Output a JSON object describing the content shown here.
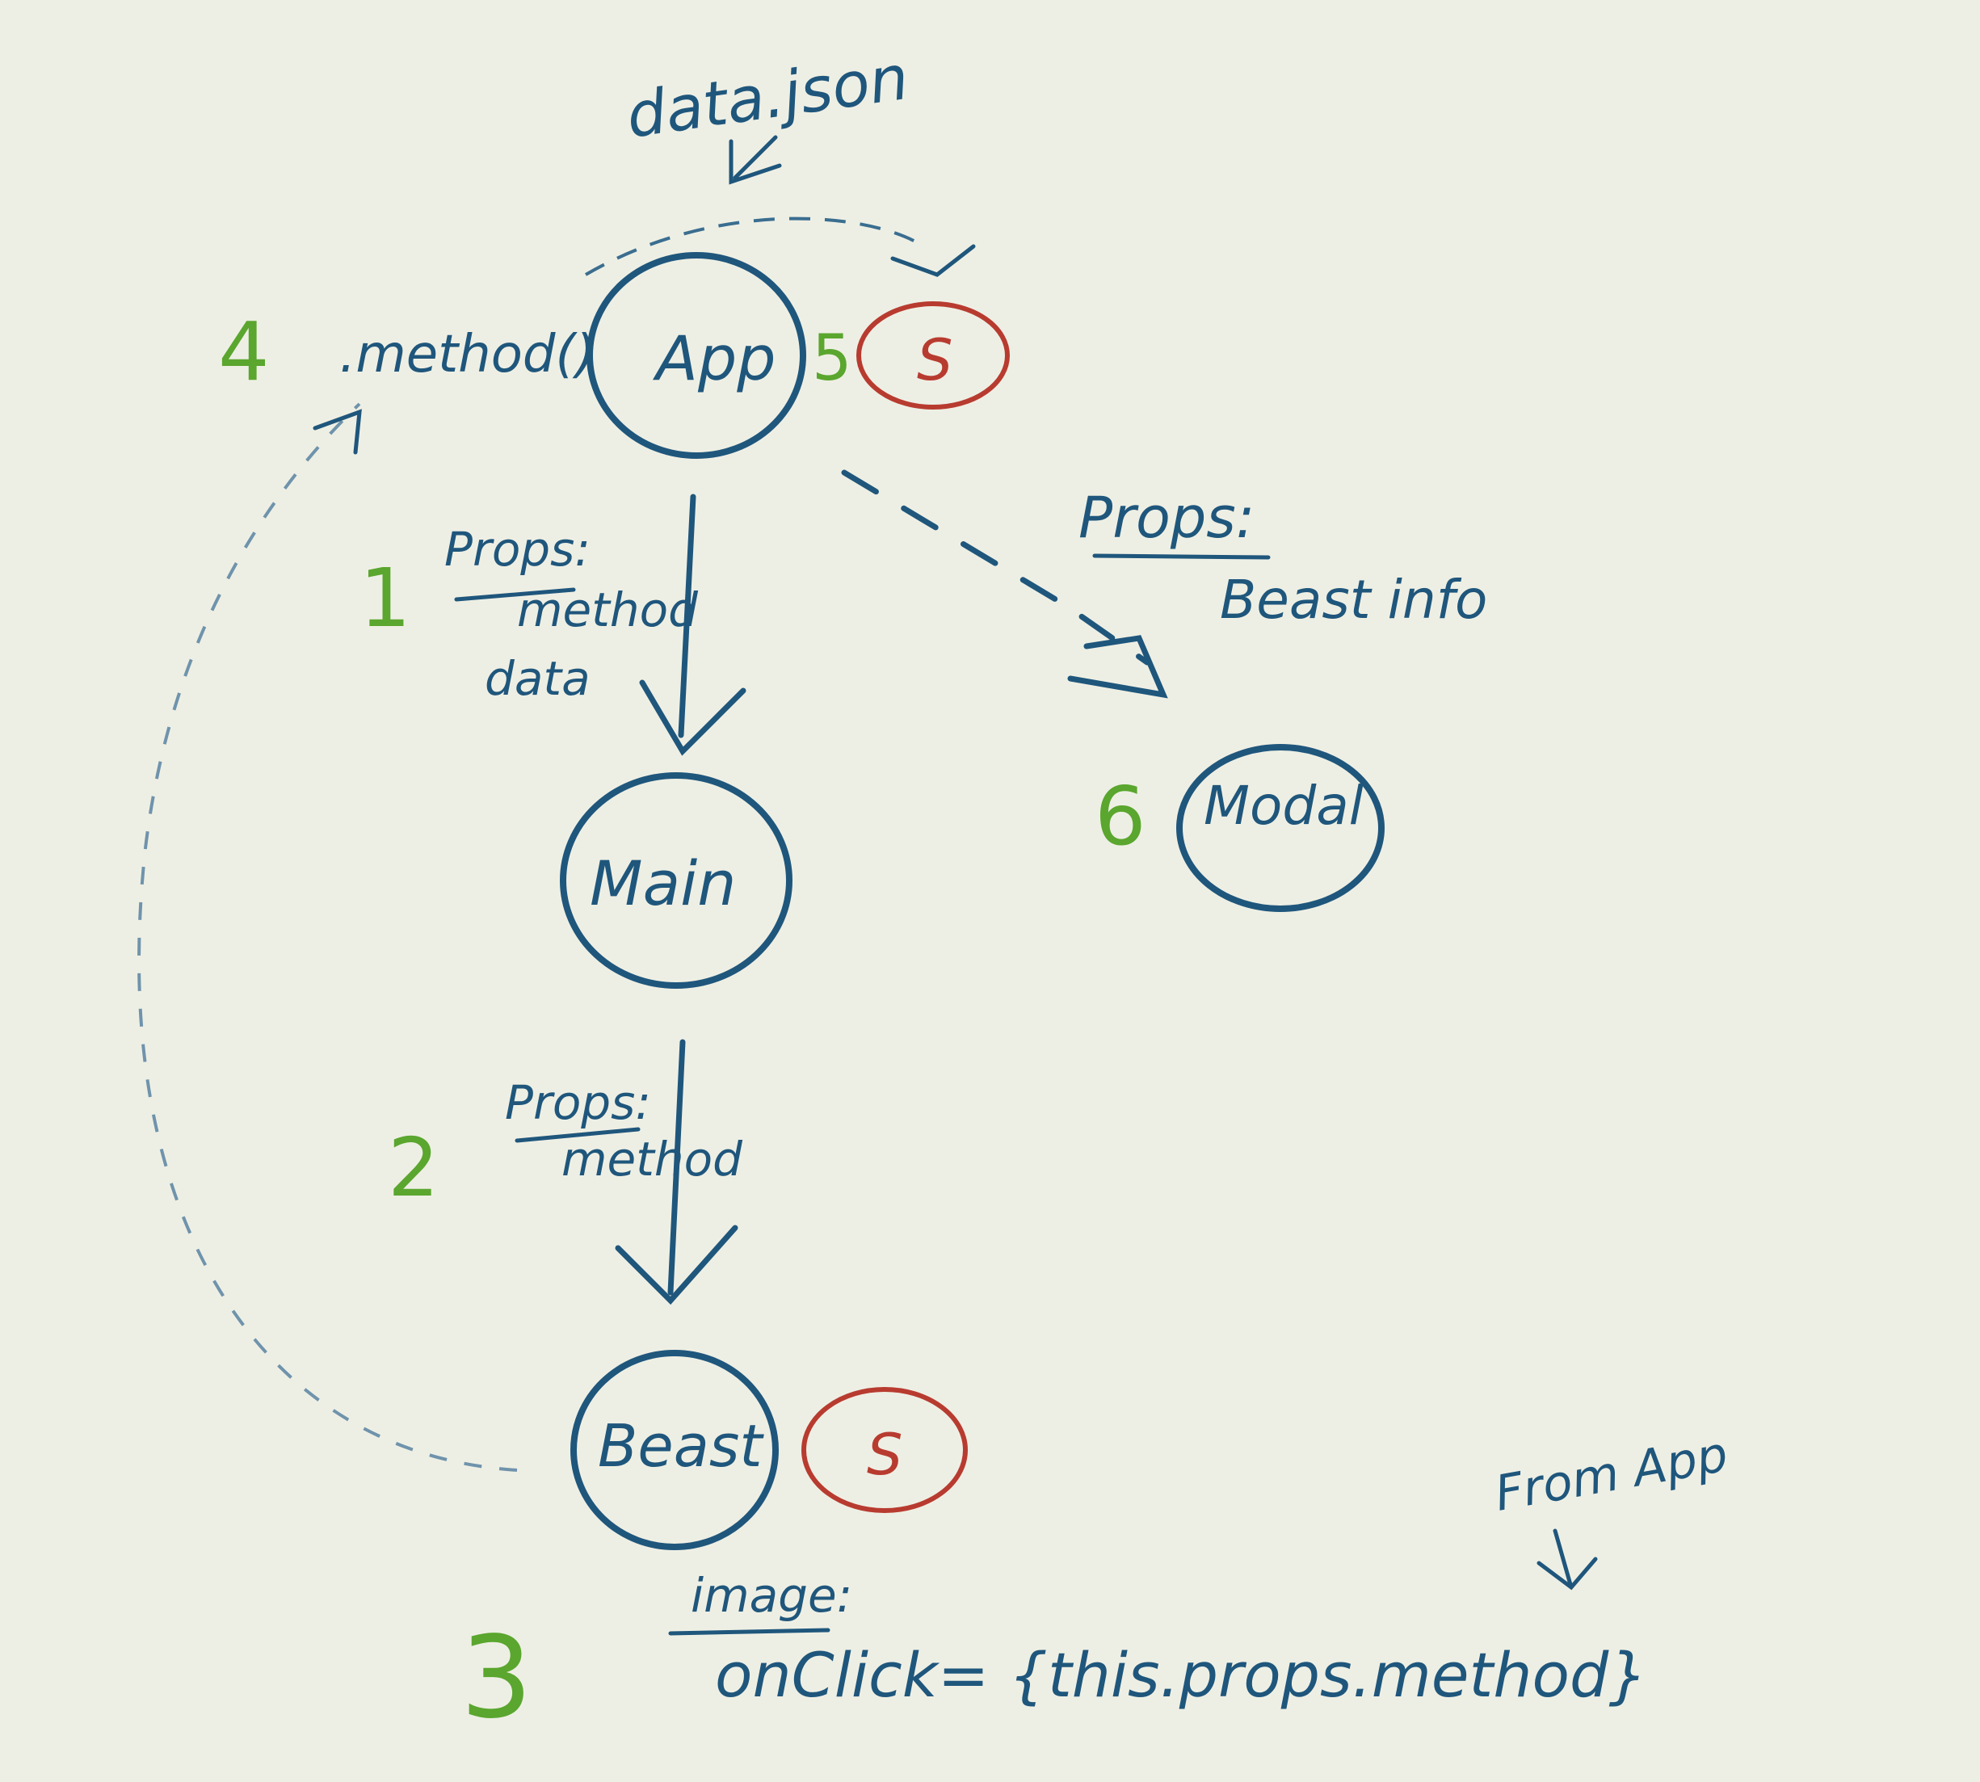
{
  "diagram": {
    "colors": {
      "ink_blue": "#1f567c",
      "state_red": "#b83b30",
      "step_green": "#5aa62e",
      "paper": "#eeefe4"
    },
    "source_label": "data.json",
    "nodes": {
      "app": {
        "label": "App"
      },
      "main": {
        "label": "Main"
      },
      "modal": {
        "label": "Modal"
      },
      "beast": {
        "label": "Beast"
      },
      "app_state": {
        "label": "S"
      },
      "beast_state": {
        "label": "S"
      }
    },
    "steps": {
      "one": "1",
      "two": "2",
      "three": "3",
      "four": "4",
      "five": "5",
      "six": "6"
    },
    "edge_labels": {
      "app_main": {
        "heading": "Props:",
        "line1": "method",
        "line2": "data"
      },
      "main_beast": {
        "heading": "Props:",
        "line1": "method"
      },
      "app_modal": {
        "heading": "Props:",
        "line1": "Beast info"
      },
      "callback": ".method()"
    },
    "beast_image": {
      "heading": "image:",
      "code": "onClick= {this.props.method}",
      "note": "From App"
    }
  }
}
